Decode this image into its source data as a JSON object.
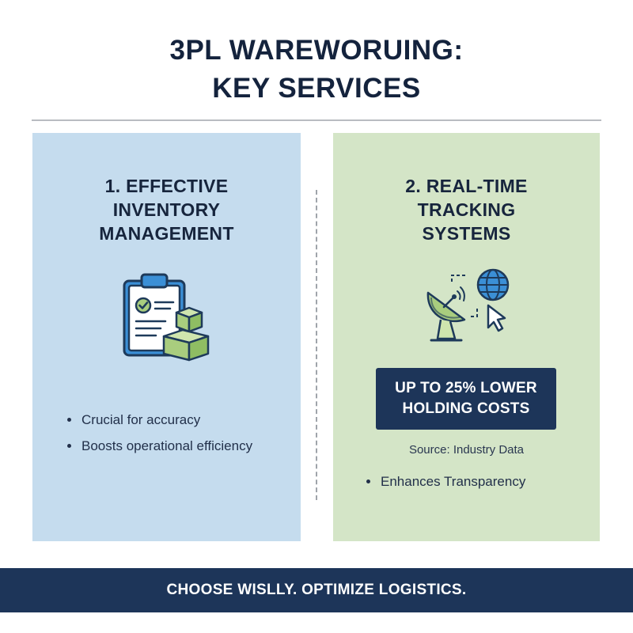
{
  "title": {
    "line1": "3PL WAREWORUING:",
    "line2": "KEY SERVICES"
  },
  "left_panel": {
    "title_lines": [
      "1. EFFECTIVE",
      "INVENTORY",
      "MANAGEMENT"
    ],
    "icon": "clipboard-with-boxes-icon",
    "bullets": [
      "Crucial for accuracy",
      "Boosts operational efficiency"
    ]
  },
  "right_panel": {
    "title_lines": [
      "2. REAL-TIME",
      "TRACKING",
      "SYSTEMS"
    ],
    "icon": "satellite-globe-cursor-icon",
    "stat_lines": [
      "UP TO 25% LOWER",
      "HOLDING COSTS"
    ],
    "source": "Source: Industry Data",
    "bullets": [
      "Enhances Transparency"
    ]
  },
  "footer": {
    "text": "CHOOSE WISLLY. OPTIMIZE LOGISTICS."
  },
  "colors": {
    "navy": "#1d3559",
    "left_panel_bg": "#c5dcee",
    "right_panel_bg": "#d4e5c7",
    "icon_blue": "#3b8fd6",
    "icon_green": "#a9cd7e",
    "icon_outline": "#1e3a5a"
  }
}
